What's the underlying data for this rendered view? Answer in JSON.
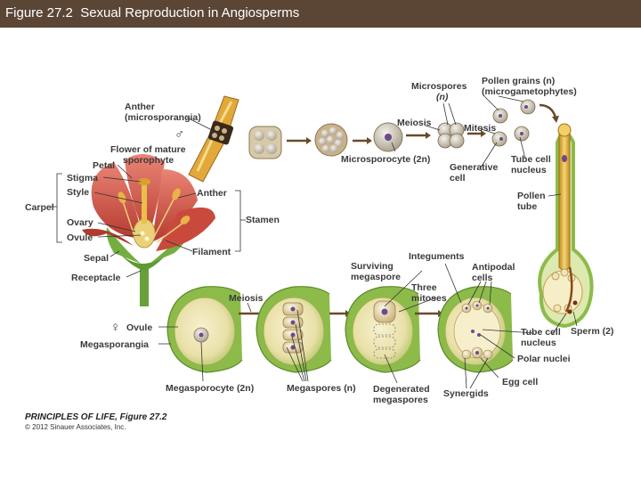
{
  "title": "Figure 27.2  Sexual Reproduction in Angiosperms",
  "labels": {
    "anther_microsporangia_1": "Anther",
    "anther_microsporangia_2": "(microsporangia)",
    "male_symbol": "♂",
    "female_symbol": "♀",
    "flower_1": "Flower of mature",
    "flower_2": "sporophyte",
    "petal": "Petal",
    "stigma": "Stigma",
    "style": "Style",
    "carpel": "Carpel",
    "ovary": "Ovary",
    "ovule_left": "Ovule",
    "sepal": "Sepal",
    "receptacle": "Receptacle",
    "anther": "Anther",
    "stamen": "Stamen",
    "filament": "Filament",
    "microspores_1": "Microspores",
    "microspores_2": "(n)",
    "pollen_1": "Pollen grains (n)",
    "pollen_2": "(microgametophytes)",
    "meiosis_top": "Meiosis",
    "mitosis": "Mitosis",
    "microsporocyte": "Microsporocyte (2n)",
    "generative_1": "Generative",
    "generative_2": "cell",
    "tube_cell_1": "Tube cell",
    "tube_cell_2": "nucleus",
    "pollen_tube_1": "Pollen",
    "pollen_tube_2": "tube",
    "integuments": "Integuments",
    "surviving_1": "Surviving",
    "surviving_2": "megaspore",
    "antipodal_1": "Antipodal",
    "antipodal_2": "cells",
    "three_mitoses_1": "Three",
    "three_mitoses_2": "mitoses",
    "meiosis_bottom": "Meiosis",
    "ovule": "Ovule",
    "megasporangia": "Megasporangia",
    "megasporocyte": "Megasporocyte (2n)",
    "megaspores": "Megaspores (n)",
    "degenerated_1": "Degenerated",
    "degenerated_2": "megaspores",
    "synergids": "Synergids",
    "egg_cell": "Egg cell",
    "polar_nuclei": "Polar nuclei",
    "tube_nucleus_1": "Tube cell",
    "tube_nucleus_2": "nucleus",
    "sperm": "Sperm (2)"
  },
  "credit": {
    "line1": "PRINCIPLES OF LIFE, Figure 27.2",
    "line2": "© 2012 Sinauer Associates, Inc."
  },
  "colors": {
    "title_bar": "#5b4636",
    "ovule_green": "#8dbb4a",
    "cell_yellow": "#f2e6b5",
    "nucleus_purple": "#6a4a8a",
    "petal_red": "#d9584a",
    "pollen_tube_gold": "#e0b040",
    "arrow_brown": "#6b4a2a"
  }
}
